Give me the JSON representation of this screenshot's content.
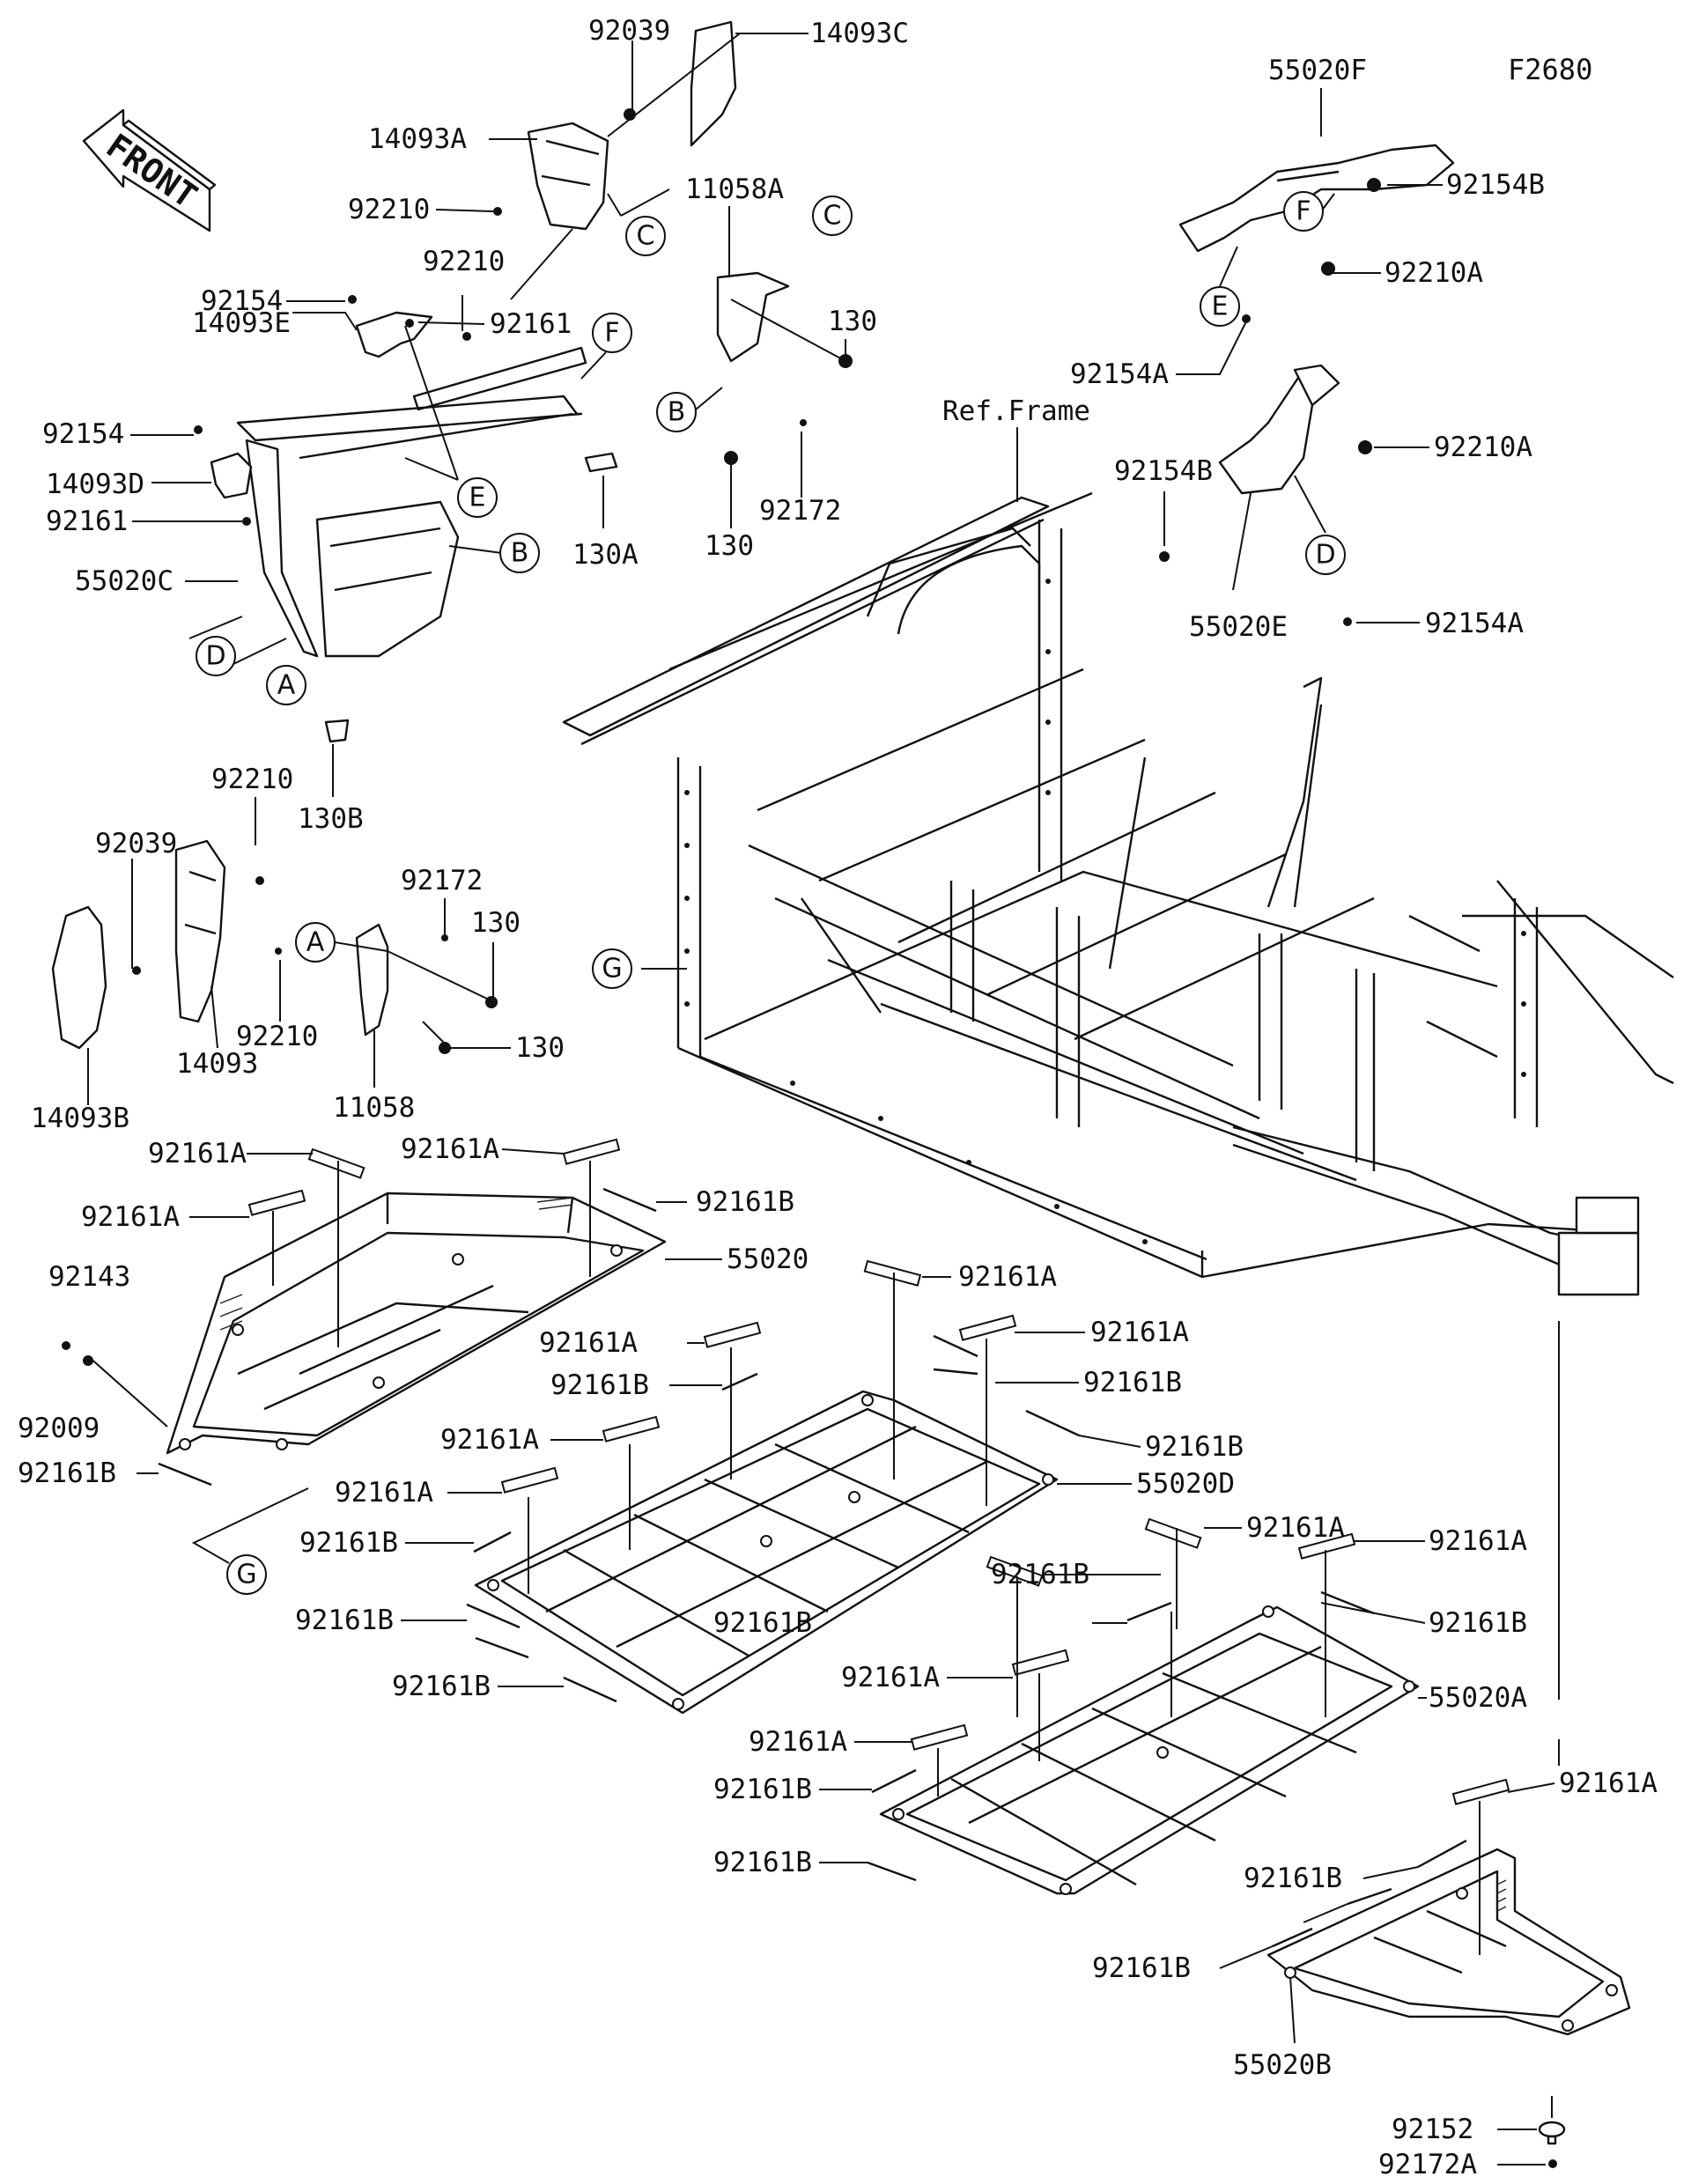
{
  "diagram_code": "F2680",
  "front_label": "FRONT",
  "ref_frame_label": "Ref.Frame",
  "bubbles": [
    "A",
    "A",
    "B",
    "B",
    "C",
    "C",
    "D",
    "D",
    "E",
    "E",
    "F",
    "F",
    "G",
    "G"
  ],
  "callouts": [
    "92039",
    "14093C",
    "14093A",
    "92210",
    "92210",
    "11058A",
    "92154",
    "14093E",
    "92161",
    "130",
    "92154",
    "14093D",
    "92161",
    "55020C",
    "130A",
    "92172",
    "130",
    "130B",
    "55020F",
    "92154B",
    "92210A",
    "92154A",
    "92210A",
    "92154B",
    "55020E",
    "92154A",
    "92210",
    "92039",
    "92172",
    "130",
    "130",
    "92210",
    "14093",
    "11058",
    "14093B",
    "92161A",
    "92161A",
    "92161B",
    "92161A",
    "55020",
    "92143",
    "92009",
    "92161B",
    "92161A",
    "92161A",
    "92161A",
    "92161B",
    "92161B",
    "92161A",
    "92161B",
    "92161A",
    "55020D",
    "92161B",
    "92161A",
    "92161A",
    "92161B",
    "92161B",
    "92161B",
    "92161B",
    "92161A",
    "92161B",
    "55020A",
    "92161A",
    "92161B",
    "92161A",
    "92161B",
    "92161B",
    "92161B",
    "55020B",
    "92152",
    "92172A"
  ]
}
